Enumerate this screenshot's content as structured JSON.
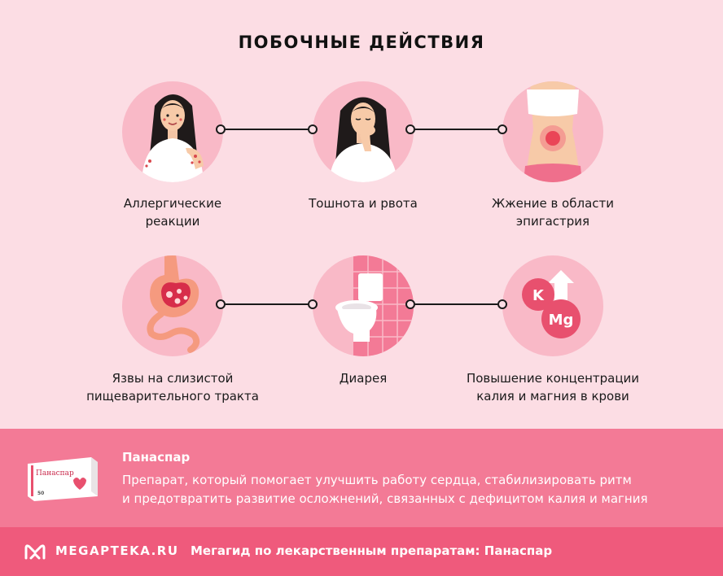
{
  "title": "ПОБОЧНЫЕ ДЕЙСТВИЯ",
  "effects": [
    {
      "line1": "Аллергические",
      "line2": "реакции",
      "icon": "allergy-woman-icon"
    },
    {
      "line1": "Тошнота и рвота",
      "line2": "",
      "icon": "nausea-woman-icon"
    },
    {
      "line1": "Жжение в области",
      "line2": "эпигастрия",
      "icon": "epigastric-burning-icon"
    },
    {
      "line1": "Язвы на слизистой",
      "line2": "пищеварительного тракта",
      "icon": "stomach-ulcer-icon"
    },
    {
      "line1": "Диарея",
      "line2": "",
      "icon": "toilet-icon"
    },
    {
      "line1": "Повышение концентрации",
      "line2": "калия и магния в крови",
      "icon": "potassium-magnesium-icon"
    }
  ],
  "minerals": {
    "k": "K",
    "mg": "Mg"
  },
  "product": {
    "name": "Панаспар",
    "box_name": "Панаспар",
    "box_count": "50",
    "line1": "Препарат, который помогает улучшить работу сердца, стабилизировать ритм",
    "line2": "и предотвратить развитие осложнений, связанных с дефицитом калия и магния"
  },
  "footer": {
    "logo": "MEGAPTEKA.RU",
    "text": "Мегагид по лекарственным препаратам: Панаспар"
  },
  "colors": {
    "background": "#fcdde4",
    "circle": "#f9b9c7",
    "info_band": "#f37a96",
    "footer_band": "#ef5a7c"
  }
}
